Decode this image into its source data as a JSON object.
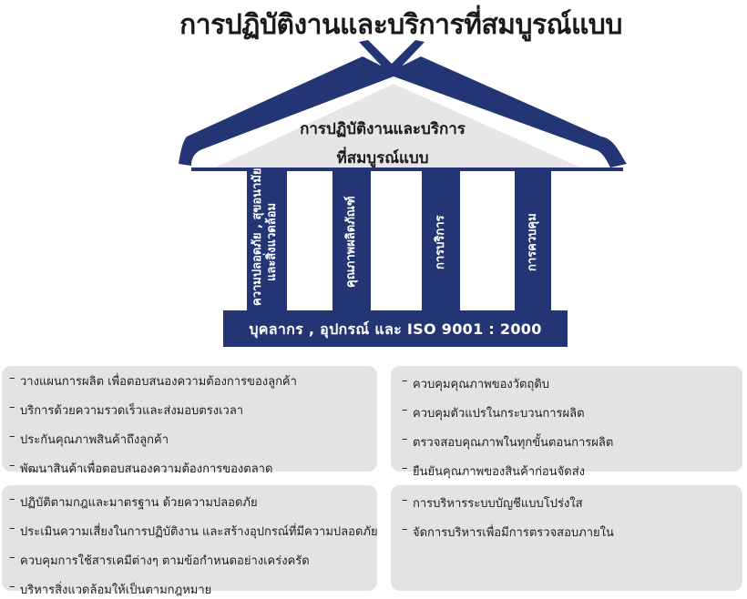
{
  "title": "การปฏิบัติงานและบริการที่สมบูรณ์แบบ",
  "roof": {
    "line1": "การปฏิบัติงานและบริการ",
    "line2": "ที่สมบูรณ์แบบ"
  },
  "pillars": [
    {
      "line1": "ความปลอดภัย , สุขอนามัย",
      "line2": "และสิ่งแวดล้อม"
    },
    {
      "line1": "คุณภาพผลิตภัณฑ์",
      "line2": ""
    },
    {
      "line1": "การบริการ",
      "line2": ""
    },
    {
      "line1": "การควบคุม",
      "line2": ""
    }
  ],
  "foundation": "บุคลากร , อุปกรณ์ และ ISO 9001 : 2000",
  "panels": {
    "top_left": [
      "วางแผนการผลิต   เพื่อตอบสนองความต้องการของลูกค้า",
      "บริการด้วยความรวดเร็วและส่งมอบตรงเวลา",
      "ประกันคุณภาพสินค้าถึงลูกค้า",
      "พัฒนาสินค้าเพื่อตอบสนองความต้องการของตลาด"
    ],
    "top_right": [
      "ควบคุมคุณภาพของวัตถุดิบ",
      "ควบคุมตัวแปรในกระบวนการผลิต",
      "ตรวจสอบคุณภาพในทุกขั้นตอนการผลิต",
      "ยืนยันคุณภาพของสินค้าก่อนจัดส่ง"
    ],
    "bottom_left": [
      "ปฏิบัติตามกฎและมาตรฐาน ด้วยความปลอดภัย",
      "ประเมินความเสี่ยงในการปฏิบัติงาน   และสร้างอุปกรณ์ที่มีความปลอดภัย",
      "ควบคุมการใช้สารเคมีต่างๆ   ตามข้อกำหนดอย่างเคร่งครัด",
      "บริหารสิ่งแวดล้อมให้เป็นตามกฎหมาย"
    ],
    "bottom_right": [
      "การบริหารระบบบัญชีแบบโปร่งใส",
      "จัดการบริหารเพื่อมีการตรวจสอบภายใน"
    ]
  },
  "colors": {
    "navy": "#243575",
    "roof_fill": "#e6e6e6",
    "panel": "#e3e3e3"
  }
}
